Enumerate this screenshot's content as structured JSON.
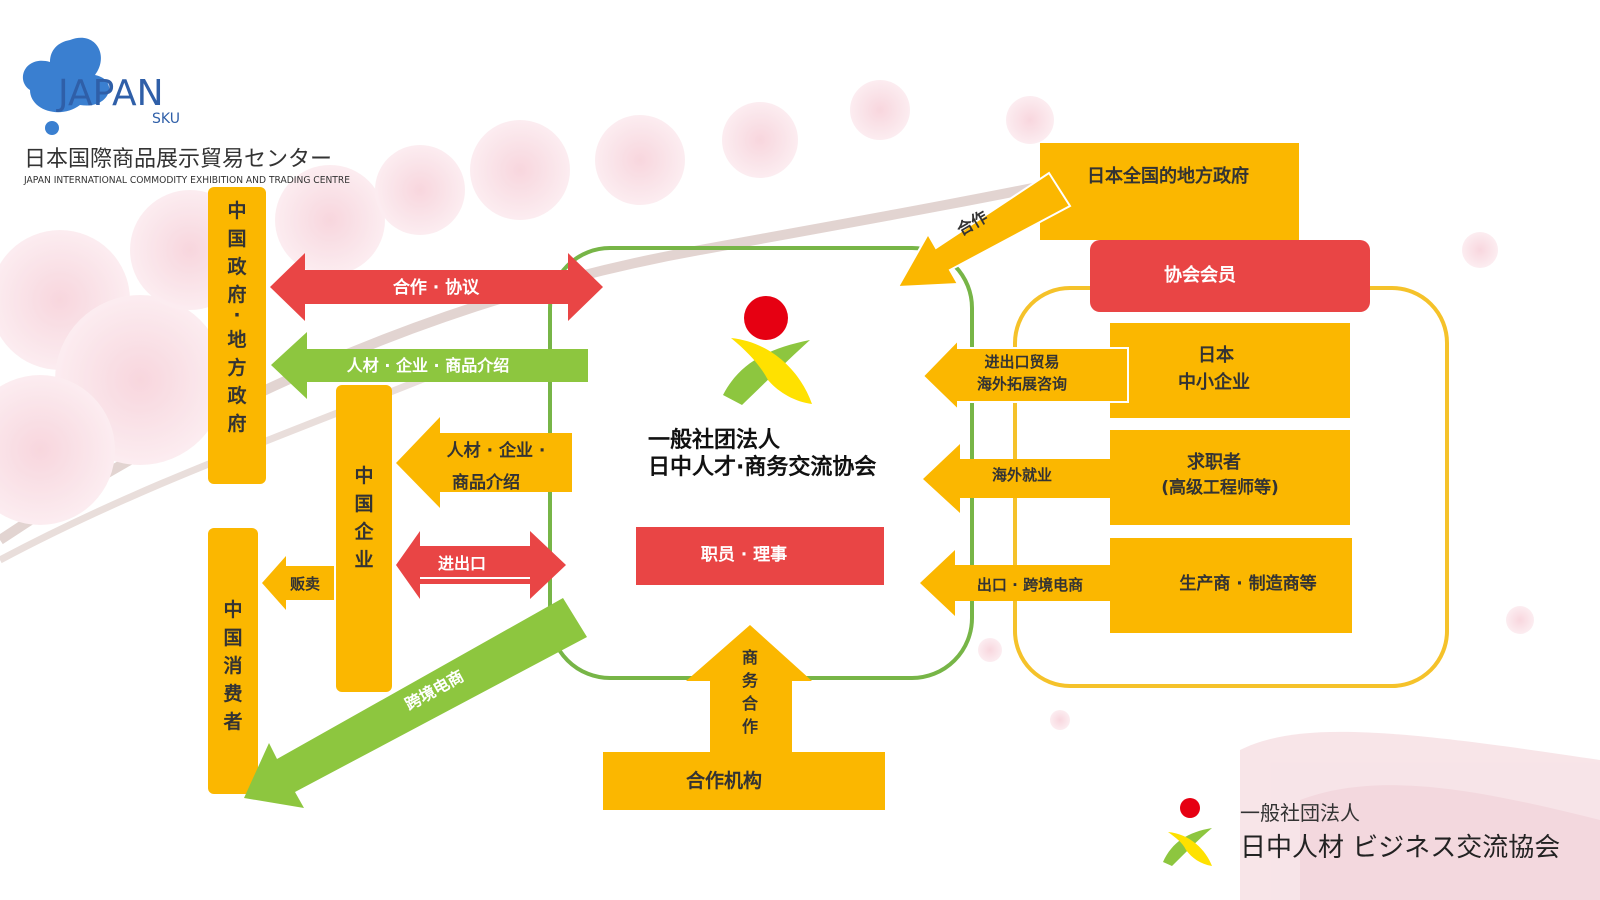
{
  "logo": {
    "brand": "JAPAN",
    "brand_sub": "SKU",
    "name_ja": "日本国際商品展示貿易センター",
    "name_en": "JAPAN INTERNATIONAL COMMODITY EXHIBITION AND TRADING CENTRE"
  },
  "left": {
    "china_gov": "中国政府·地方政府",
    "china_company": "中国企业",
    "china_consumer": "中国消费者"
  },
  "arrows": {
    "cooperation_agreement": "合作 · 协议",
    "talent_company_product_top": "人材 · 企业 · 商品介绍",
    "talent_company_mid_line1": "人材 · 企业 ·",
    "talent_company_mid_line2": "商品介绍",
    "import_export": "进出口",
    "sell": "贩卖",
    "cross_border_ec": "跨境电商",
    "cooperation_right": "合作",
    "trade_consult_line1": "进出口贸易",
    "trade_consult_line2": "海外拓展咨询",
    "overseas_employment": "海外就业",
    "export_ec": "出口 · 跨境电商",
    "business_cooperation": "商务合作"
  },
  "center": {
    "org_line1": "一般社团法人",
    "org_line2": "日中人才·商务交流协会",
    "staff": "职员 · 理事"
  },
  "right": {
    "japan_local_gov": "日本全国的地方政府",
    "members_title": "协会会员",
    "sme_line1": "日本",
    "sme_line2": "中小企业",
    "job_seeker_line1": "求职者",
    "job_seeker_line2": "(高级工程师等)",
    "manufacturers": "生产商 · 制造商等"
  },
  "bottom": {
    "partner_org": "合作机构"
  },
  "footer_logo": {
    "line1": "一般社団法人",
    "line2": "日中人材 ビジネス交流協会"
  },
  "colors": {
    "orange": "#FBB700",
    "red": "#E94545",
    "green": "#8DC63F",
    "center_border": "#77B547",
    "members_border": "#F5C22A"
  }
}
